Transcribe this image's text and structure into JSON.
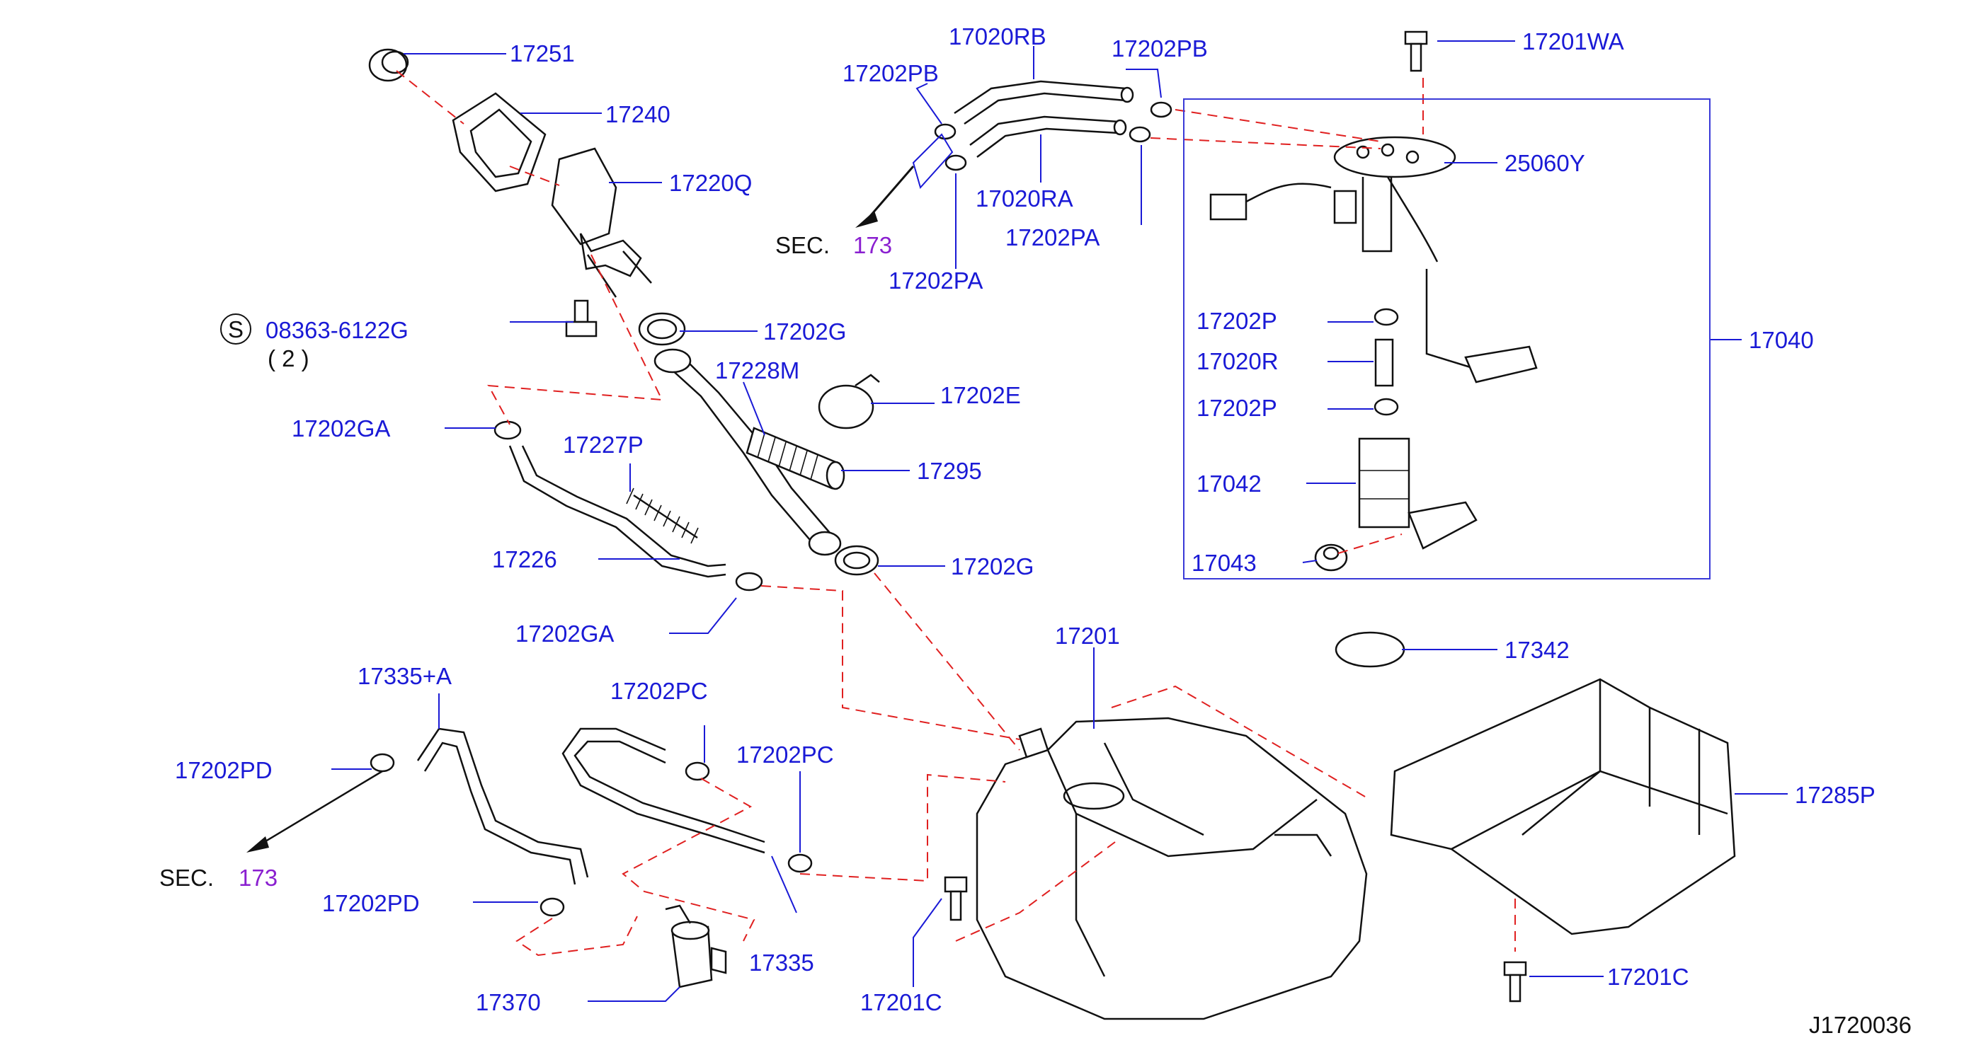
{
  "labels": {
    "p17251": "17251",
    "p17240": "17240",
    "p17220Q": "17220Q",
    "p08363": "08363-6122G",
    "p08363_qty": "( 2 )",
    "p08363_prefix": "S",
    "p17202G_top": "17202G",
    "p17228M": "17228M",
    "p17202E": "17202E",
    "p17295": "17295",
    "p17202GA_top": "17202GA",
    "p17227P": "17227P",
    "p17226": "17226",
    "p17202G_bot": "17202G",
    "p17202GA_bot": "17202GA",
    "p17020RB": "17020RB",
    "p17202PB_left": "17202PB",
    "p17202PB_right": "17202PB",
    "p17020RA": "17020RA",
    "p17202PA_right": "17202PA",
    "p17202PA_left": "17202PA",
    "sec_top_text": "SEC.",
    "sec_top_num": "173",
    "p17201WA": "17201WA",
    "p25060Y": "25060Y",
    "p17040": "17040",
    "p17202P_top": "17202P",
    "p17020R": "17020R",
    "p17202P_bot": "17202P",
    "p17042": "17042",
    "p17043": "17043",
    "p17342": "17342",
    "p17201": "17201",
    "p17285P": "17285P",
    "p17335A": "17335+A",
    "p17202PD_top": "17202PD",
    "p17202PD_bot": "17202PD",
    "sec_bot_text": "SEC.",
    "sec_bot_num": "173",
    "p17202PC_left": "17202PC",
    "p17202PC_right": "17202PC",
    "p17335": "17335",
    "p17370": "17370",
    "p17201C_left": "17201C",
    "p17201C_right": "17201C",
    "drawing_id": "J1720036"
  },
  "colors": {
    "label": "#1a1ad6",
    "section_number": "#8a1fd0",
    "dashed_line": "#e02020",
    "part_outline": "#111111"
  }
}
